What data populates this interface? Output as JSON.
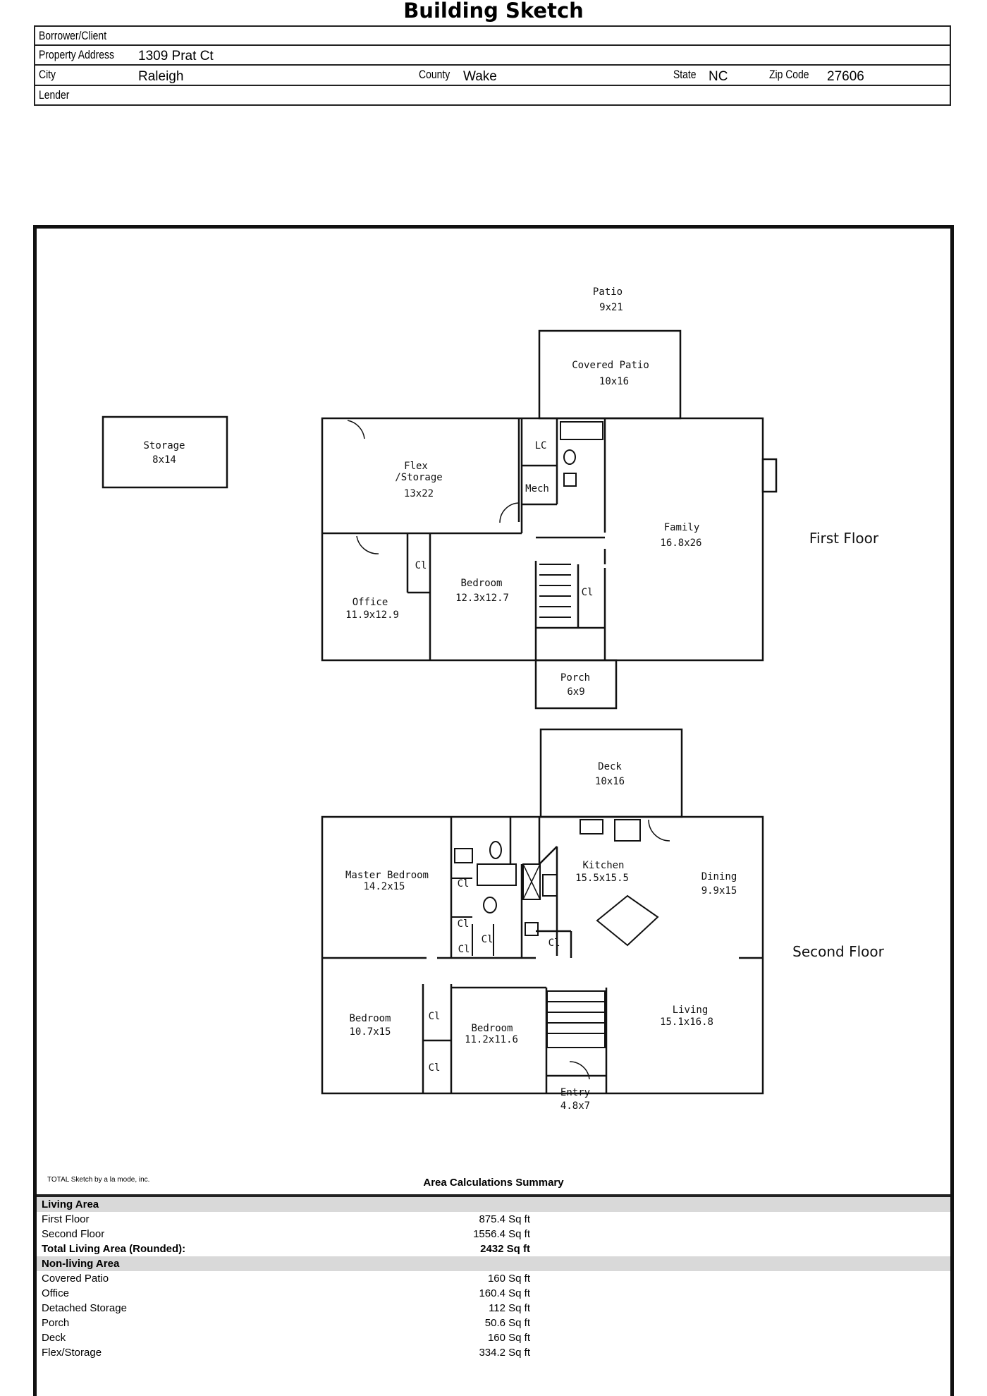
{
  "title": "Building Sketch",
  "header": {
    "borrower_label": "Borrower/Client",
    "borrower_value": "",
    "address_label": "Property Address",
    "address_value": "1309 Prat Ct",
    "city_label": "City",
    "city_value": "Raleigh",
    "county_label": "County",
    "county_value": "Wake",
    "state_label": "State",
    "state_value": "NC",
    "zip_label": "Zip Code",
    "zip_value": "27606",
    "lender_label": "Lender",
    "lender_value": ""
  },
  "sketch": {
    "patio": {
      "name": "Patio",
      "size": "9x21"
    },
    "covered_patio": {
      "name": "Covered Patio",
      "size": "10x16"
    },
    "storage": {
      "name": "Storage",
      "size": "8x14"
    },
    "flex": {
      "name1": "Flex",
      "name2": "/Storage",
      "size": "13x22"
    },
    "lc": "LC",
    "mech": "Mech",
    "family": {
      "name": "Family",
      "size": "16.8x26"
    },
    "first_floor": "First Floor",
    "office": {
      "name": "Office",
      "size": "11.9x12.9"
    },
    "bedroom_1": {
      "name": "Bedroom",
      "size": "12.3x12.7"
    },
    "closet": "Cl",
    "porch": {
      "name": "Porch",
      "size": "6x9"
    },
    "deck": {
      "name": "Deck",
      "size": "10x16"
    },
    "master": {
      "name": "Master Bedroom",
      "size": "14.2x15"
    },
    "kitchen": {
      "name": "Kitchen",
      "size": "15.5x15.5"
    },
    "dining": {
      "name": "Dining",
      "size": "9.9x15"
    },
    "second_floor": "Second Floor",
    "bedroom_2": {
      "name": "Bedroom",
      "size": "10.7x15"
    },
    "bedroom_3": {
      "name": "Bedroom",
      "size": "11.2x11.6"
    },
    "living": {
      "name": "Living",
      "size": "15.1x16.8"
    },
    "entry": {
      "name": "Entry",
      "size": "4.8x7"
    }
  },
  "credit": "TOTAL Sketch by a la mode, inc.",
  "summary": {
    "title": "Area Calculations Summary",
    "living_header": "Living Area",
    "first_floor_label": "First Floor",
    "first_floor_value": "875.4 Sq ft",
    "second_floor_label": "Second Floor",
    "second_floor_value": "1556.4 Sq ft",
    "total_label": "Total Living Area (Rounded):",
    "total_value": "2432 Sq ft",
    "nonliving_header": "Non-living Area",
    "nonliving": [
      {
        "label": "Covered Patio",
        "value": "160 Sq ft"
      },
      {
        "label": "Office",
        "value": "160.4 Sq ft"
      },
      {
        "label": "Detached Storage",
        "value": "112 Sq ft"
      },
      {
        "label": "Porch",
        "value": "50.6 Sq ft"
      },
      {
        "label": "Deck",
        "value": "160 Sq ft"
      },
      {
        "label": "Flex/Storage",
        "value": "334.2 Sq ft"
      }
    ]
  }
}
